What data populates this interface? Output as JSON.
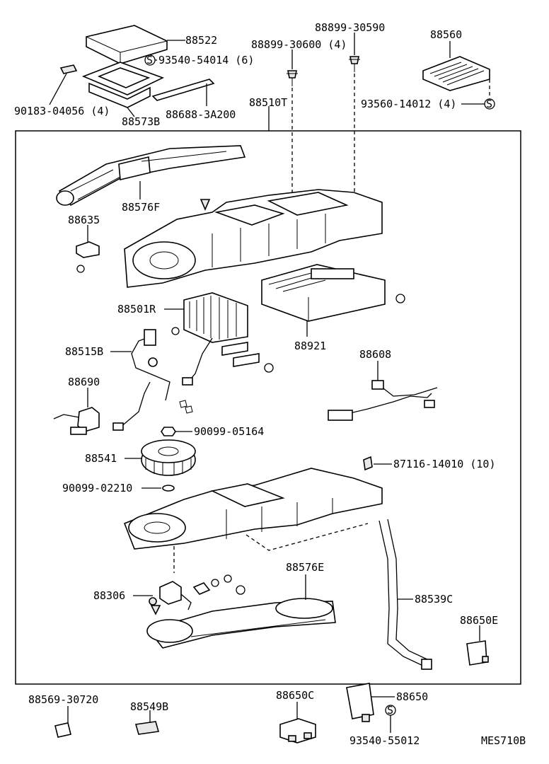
{
  "diagram_code": "MES710B",
  "labels": {
    "p88522": "88522",
    "p93540_54014": "93540-54014 (6)",
    "p90183": "90183-04056 (4)",
    "p88573B": "88573B",
    "p88688": "88688-3A200",
    "p88899_30600": "88899-30600 (4)",
    "p88899_30590": "88899-30590",
    "p88560": "88560",
    "p93560": "93560-14012 (4)",
    "p88510T": "88510T",
    "p88576F": "88576F",
    "p88635": "88635",
    "p88501R": "88501R",
    "p88921": "88921",
    "p88515B": "88515B",
    "p88608": "88608",
    "p88690": "88690",
    "p90099_05164": "90099-05164",
    "p88541": "88541",
    "p87116": "87116-14010 (10)",
    "p90099_02210": "90099-02210",
    "p88576E": "88576E",
    "p88306": "88306",
    "p88539C": "88539C",
    "p88650E": "88650E",
    "p88569": "88569-30720",
    "p88549B": "88549B",
    "p88650C": "88650C",
    "p88650": "88650",
    "p93540_55012": "93540-55012"
  },
  "symbols": {
    "screw_mark": "S"
  }
}
